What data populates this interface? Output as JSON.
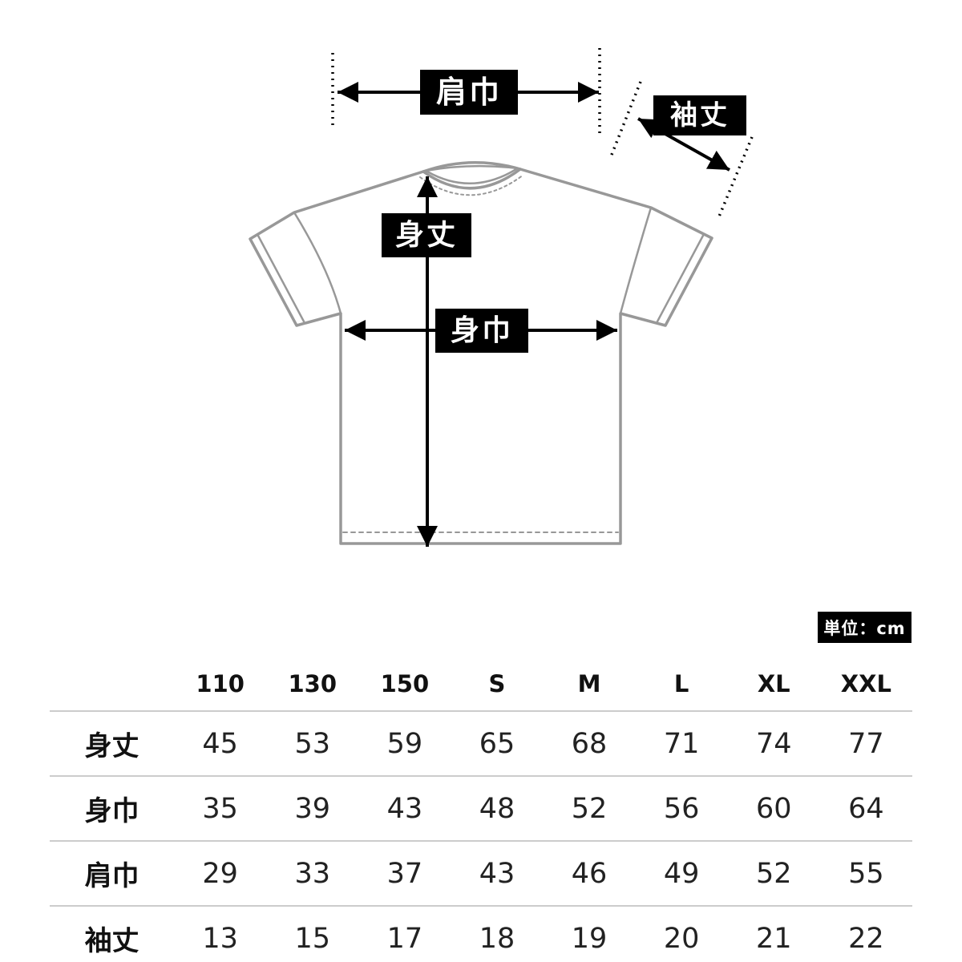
{
  "diagram": {
    "shoulder_width_label": "肩巾",
    "sleeve_length_label": "袖丈",
    "body_length_label": "身丈",
    "body_width_label": "身巾"
  },
  "unit_badge_label": "単位：cm",
  "size_table": {
    "columns": [
      "110",
      "130",
      "150",
      "S",
      "M",
      "L",
      "XL",
      "XXL"
    ],
    "rows": [
      {
        "label": "身丈",
        "values": [
          "45",
          "53",
          "59",
          "65",
          "68",
          "71",
          "74",
          "77"
        ]
      },
      {
        "label": "身巾",
        "values": [
          "35",
          "39",
          "43",
          "48",
          "52",
          "56",
          "60",
          "64"
        ]
      },
      {
        "label": "肩巾",
        "values": [
          "29",
          "33",
          "37",
          "43",
          "46",
          "49",
          "52",
          "55"
        ]
      },
      {
        "label": "袖丈",
        "values": [
          "13",
          "15",
          "17",
          "18",
          "19",
          "20",
          "21",
          "22"
        ]
      }
    ]
  },
  "colors": {
    "label_background": "#000000",
    "label_text": "#ffffff",
    "shirt_outline": "#989898",
    "arrow": "#000000",
    "table_separator": "#cccccc"
  }
}
